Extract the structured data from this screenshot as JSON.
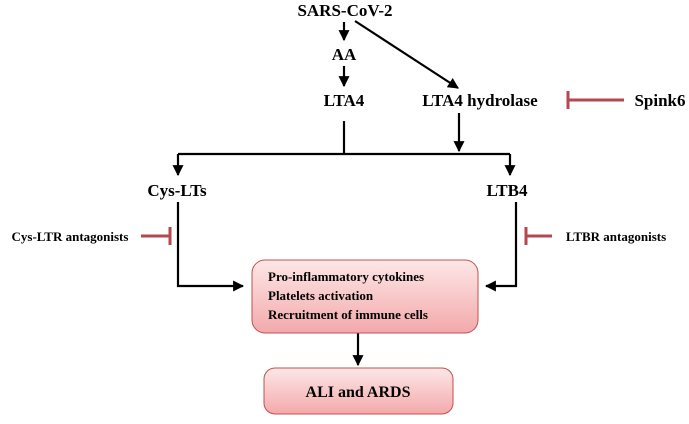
{
  "nodes": {
    "sars": "SARS-CoV-2",
    "aa": "AA",
    "lta4": "LTA4",
    "lta4_hydrolase": "LTA4 hydrolase",
    "spink6": "Spink6",
    "cys_lts": "Cys-LTs",
    "ltb4": "LTB4",
    "cys_ltr_antagonists": "Cys-LTR antagonists",
    "ltbr_antagonists": "LTBR antagonists"
  },
  "effects_box": {
    "lines": [
      "Pro-inflammatory cytokines",
      "Platelets activation",
      "Recruitment of immune cells"
    ]
  },
  "outcome_box": "ALI and ARDS",
  "colors": {
    "inhibitor": "#b5474f",
    "box_fill_top": "#fde7e7",
    "box_fill_bottom": "#f3a9ab",
    "box_stroke": "#c0504d",
    "arrow": "#000000"
  }
}
